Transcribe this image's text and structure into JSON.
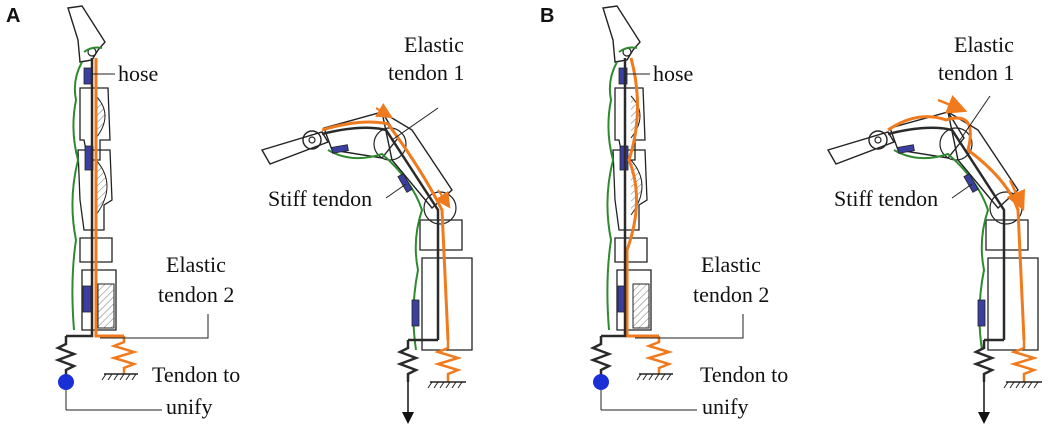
{
  "colors": {
    "elastic_tendon": "#f07a1e",
    "stiff_tendon": "#2a2a2a",
    "skin": "#2f8a2f",
    "hose": "#3a3fa0",
    "unify_node": "#1b2fd6",
    "outline": "#222222",
    "hatch": "#777777"
  },
  "panels": [
    {
      "letter": "A",
      "labels": {
        "hose": "hose",
        "elastic_tendon_1": [
          "Elastic",
          "tendon 1"
        ],
        "stiff_tendon": "Stiff tendon",
        "elastic_tendon_2": [
          "Elastic",
          "tendon 2"
        ],
        "tendon_to_unify": [
          "Tendon to",
          "unify"
        ]
      }
    },
    {
      "letter": "B",
      "labels": {
        "hose": "hose",
        "elastic_tendon_1": [
          "Elastic",
          "tendon 1"
        ],
        "stiff_tendon": "Stiff tendon",
        "elastic_tendon_2": [
          "Elastic",
          "tendon 2"
        ],
        "tendon_to_unify": [
          "Tendon to",
          "unify"
        ]
      }
    }
  ]
}
